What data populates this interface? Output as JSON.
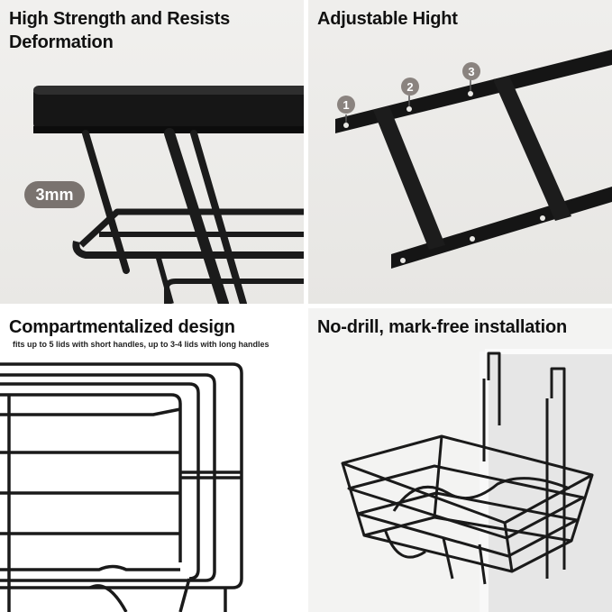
{
  "panels": {
    "strength": {
      "title": "High Strength and Resists Deformation",
      "badge": "3mm"
    },
    "height": {
      "title": "Adjustable Hight",
      "positions": [
        "1",
        "2",
        "3"
      ]
    },
    "compartment": {
      "title": "Compartmentalized design",
      "subtitle": "fits up to 5 lids with short handles, up to 3-4 lids with long handles"
    },
    "install": {
      "title": "No-drill, mark-free installation"
    }
  },
  "colors": {
    "metal": "#1a1a1a",
    "badge": "#7a736f",
    "text": "#111111"
  }
}
